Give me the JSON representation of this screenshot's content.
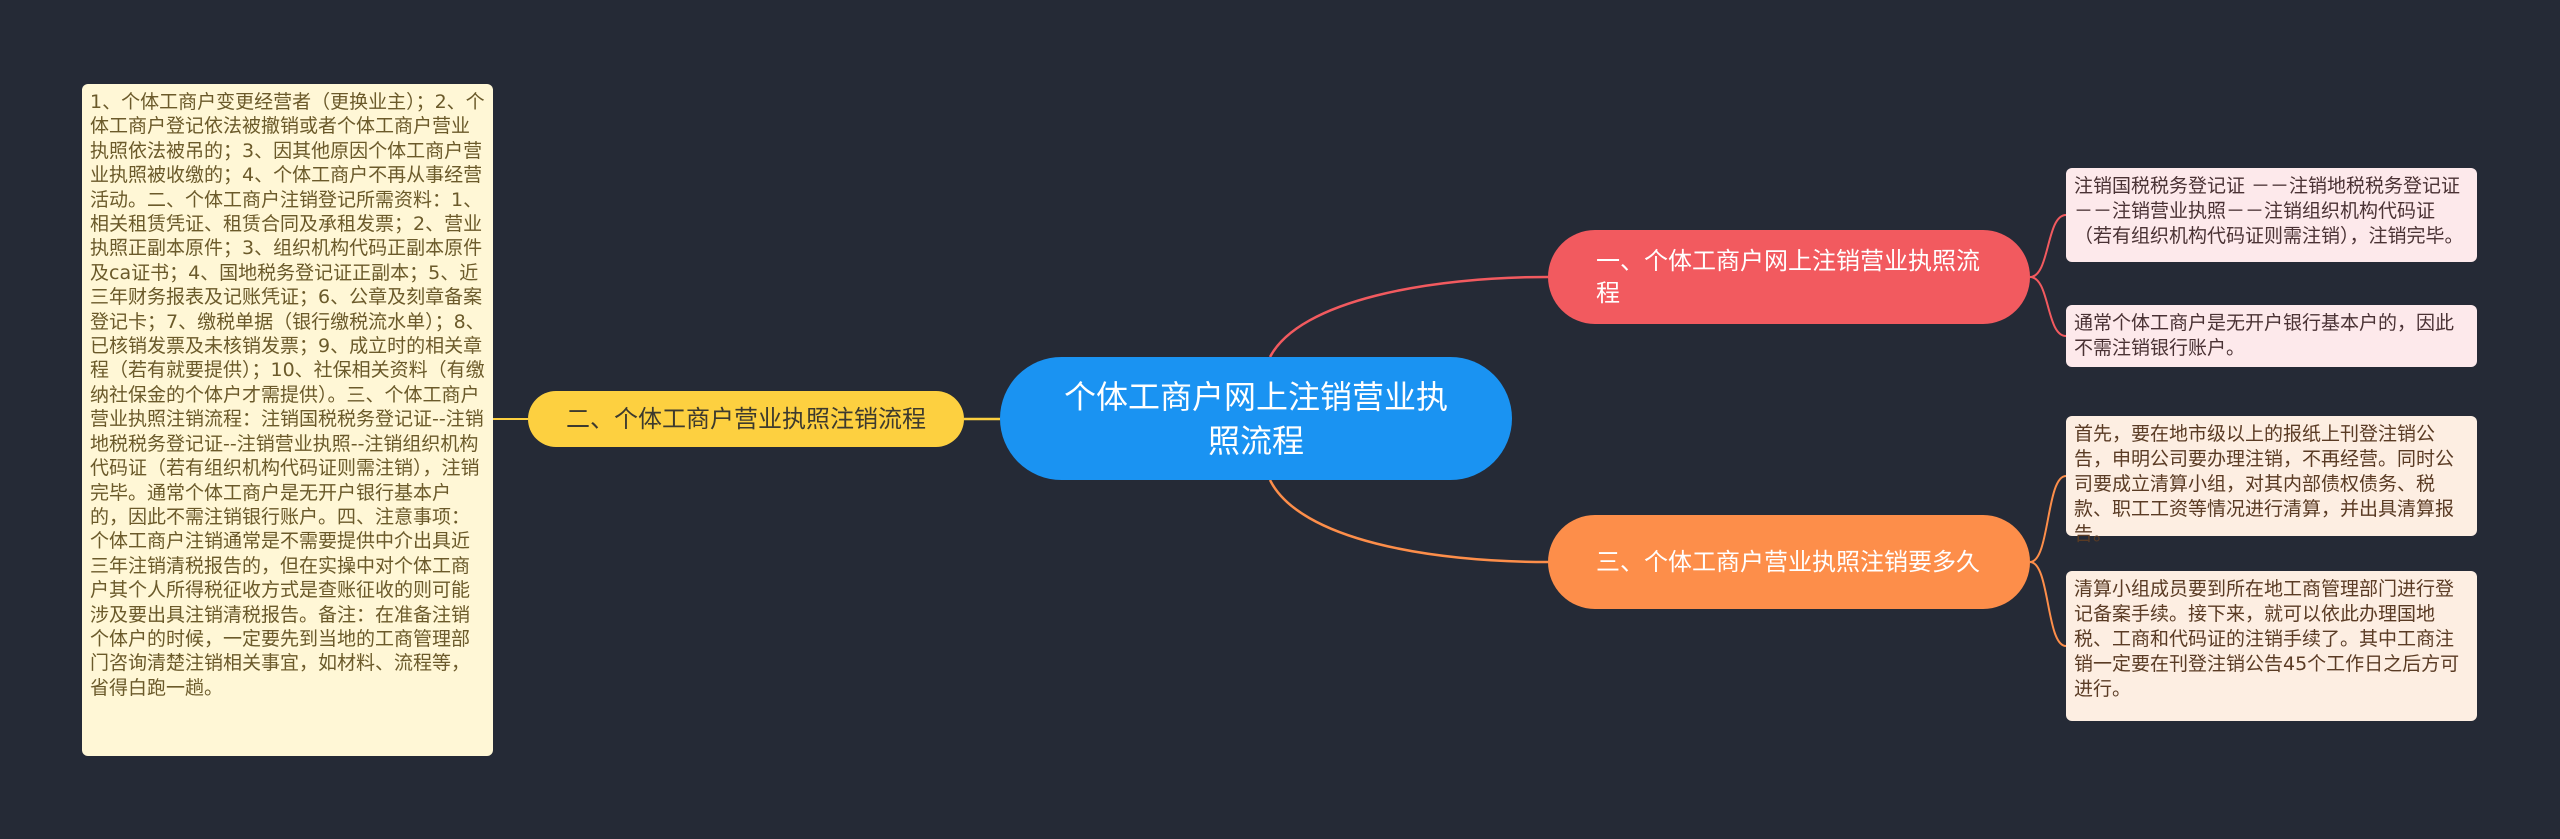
{
  "mindmap": {
    "root": {
      "label": "个体工商户网上注销营业执照流程"
    },
    "branches": [
      {
        "label": "一、个体工商户网上注销营业执照流程",
        "color": "#f25a5f",
        "leaves": [
          "注销国税税务登记证 －－注销地税税务登记证 －－注销营业执照－－注销组织机构代码证（若有组织机构代码证则需注销），注销完毕。",
          "通常个体工商户是无开户银行基本户的，因此不需注销银行账户。"
        ]
      },
      {
        "label": "二、个体工商户营业执照注销流程",
        "color": "#fdd040",
        "leaves": [
          "1、个体工商户变更经营者（更换业主）；2、个体工商户登记依法被撤销或者个体工商户营业执照依法被吊的；3、因其他原因个体工商户营业执照被收缴的；4、个体工商户不再从事经营活动。二、个体工商户注销登记所需资料：1、相关租赁凭证、租赁合同及承租发票；2、营业执照正副本原件；3、组织机构代码正副本原件及ca证书；4、国地税务登记证正副本；5、近三年财务报表及记账凭证；6、公章及刻章备案登记卡；7、缴税单据（银行缴税流水单）；8、已核销发票及未核销发票；9、成立时的相关章程（若有就要提供）；10、社保相关资料（有缴纳社保金的个体户才需提供）。三、个体工商户营业执照注销流程：注销国税税务登记证--注销地税税务登记证--注销营业执照--注销组织机构代码证（若有组织机构代码证则需注销），注销完毕。通常个体工商户是无开户银行基本户的，因此不需注销银行账户。四、注意事项：个体工商户注销通常是不需要提供中介出具近三年注销清税报告的，但在实操中对个体工商户其个人所得税征收方式是查账征收的则可能涉及要出具注销清税报告。备注：在准备注销个体户的时候，一定要先到当地的工商管理部门咨询清楚注销相关事宜，如材料、流程等，省得白跑一趟。"
        ]
      },
      {
        "label": "三、个体工商户营业执照注销要多久",
        "color": "#fd8e4a",
        "leaves": [
          "首先，要在地市级以上的报纸上刊登注销公告，申明公司要办理注销，不再经营。同时公司要成立清算小组，对其内部债权债务、税款、职工工资等情况进行清算，并出具清算报告。",
          "清算小组成员要到所在地工商管理部门进行登记备案手续。接下来，就可以依此办理国地税、工商和代码证的注销手续了。其中工商注销一定要在刊登注销公告45个工作日之后方可进行。"
        ]
      }
    ]
  },
  "colors": {
    "background": "#252a36",
    "root": "#1a93f2",
    "leaf_red_bg": "#fde9eb",
    "leaf_yellow_bg": "#fff7d6",
    "leaf_orange_bg": "#fdeee2"
  }
}
